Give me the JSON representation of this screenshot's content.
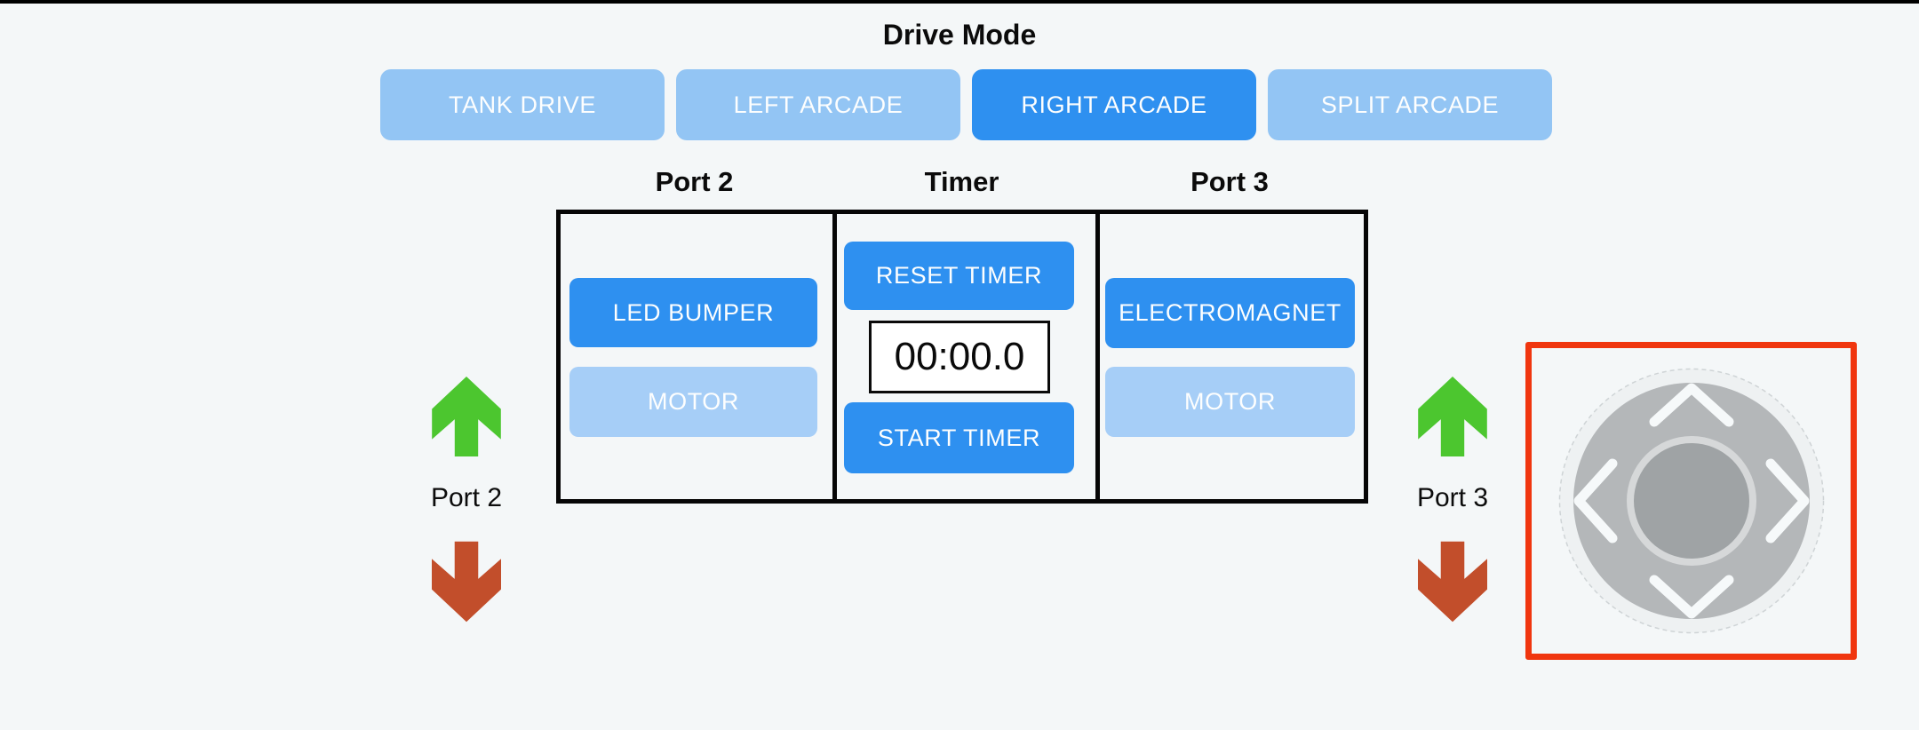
{
  "page": {
    "background_color": "#f4f7f8",
    "top_bar_color": "#000000"
  },
  "drive_mode": {
    "title": "Drive Mode",
    "buttons": [
      {
        "label": "TANK DRIVE",
        "active": false
      },
      {
        "label": "LEFT ARCADE",
        "active": false
      },
      {
        "label": "RIGHT ARCADE",
        "active": true
      },
      {
        "label": "SPLIT ARCADE",
        "active": false
      }
    ]
  },
  "control_table": {
    "columns": [
      {
        "header": "Port 2",
        "buttons": [
          {
            "label": "LED BUMPER",
            "active": true
          },
          {
            "label": "MOTOR",
            "active": false
          }
        ]
      },
      {
        "header": "Timer",
        "timer": {
          "reset_label": "RESET TIMER",
          "display_value": "00:00.0",
          "start_label": "START TIMER"
        }
      },
      {
        "header": "Port 3",
        "buttons": [
          {
            "label": "ELECTROMAGNET",
            "active": true
          },
          {
            "label": "MOTOR",
            "active": false
          }
        ]
      }
    ]
  },
  "port_indicators": [
    {
      "position": "left",
      "label": "Port 2",
      "up_icon": "green-up-arrow",
      "down_icon": "red-down-arrow"
    },
    {
      "position": "right",
      "label": "Port 3",
      "up_icon": "green-up-arrow",
      "down_icon": "red-down-arrow"
    }
  ],
  "joystick": {
    "icon": "dpad-joystick",
    "selected": true
  },
  "colors": {
    "active_blue": "#2e90f0",
    "inactive_blue": "#93c5f4",
    "motor_blue": "#a6cef7",
    "green_arrow": "#4cc62f",
    "red_arrow": "#c24e2b",
    "joystick_highlight_red": "#f0360f",
    "joystick_pad_gray": "#b4b7b9",
    "joystick_ring_gray": "#d6d8d9",
    "joystick_knob_gray": "#9fa3a5",
    "joystick_outer_circle": "#eef1f2",
    "joystick_outer_stroke": "#cfd4d6",
    "chevron_white": "#f6f9fa"
  }
}
